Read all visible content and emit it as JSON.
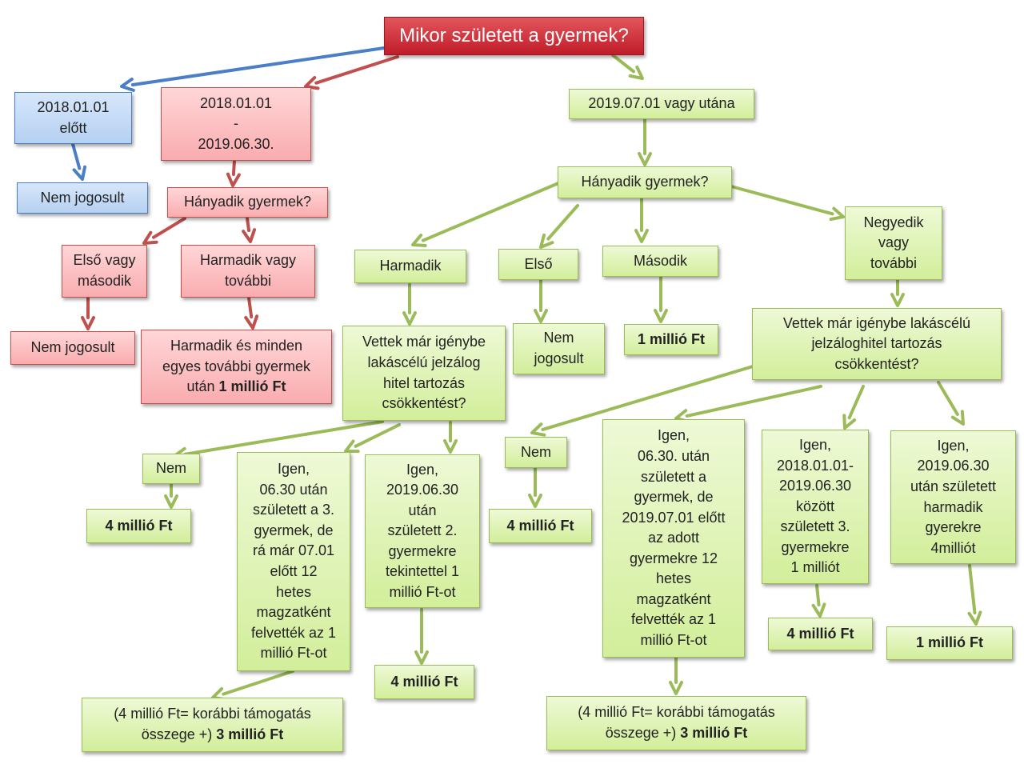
{
  "nodes": {
    "root": "Mikor született a gyermek?",
    "before_2018": "2018.01.01\nelőtt",
    "range_2018_2019": "2018.01.01\n-\n2019.06.30.",
    "after_2019": "2019.07.01 vagy utána",
    "nem_jogosult_blue": "Nem jogosult",
    "hanyadik_red": "Hányadik gyermek?",
    "elso_vagy_masodik": "Első vagy\nmásodik",
    "harmadik_vagy_tovabbi": "Harmadik vagy\ntovábbi",
    "nem_jogosult_red": "Nem jogosult",
    "harmadik_minden_pre": "Harmadik és minden\negyes további gyermek\nután ",
    "harmadik_minden_bold": "1 millió Ft",
    "hanyadik_green": "Hányadik gyermek?",
    "harmadik": "Harmadik",
    "elso": "Első",
    "masodik": "Második",
    "negyedik": "Negyedik\nvagy\ntovábbi",
    "vettek_left": "Vettek már igénybe\nlakáscélú jelzálog\nhitel tartozás\ncsökkentést?",
    "nem_jogosult_green": "Nem\njogosult",
    "egy_millio_masodik": "1 millió Ft",
    "vettek_right": "Vettek már igénybe lakáscélú\njelzáloghitel tartozás\ncsökkentést?",
    "nem_left": "Nem",
    "igen_a": "Igen,\n06.30 után\nszületett a 3.\ngyermek, de\nrá már 07.01\nelőtt 12\nhetes\nmagzatként\nfelvették az 1\nmillió Ft-ot",
    "igen_b": "Igen,\n2019.06.30\nután\nszületett 2.\ngyermekre\ntekintettel 1\nmillió Ft-ot",
    "nem_right": "Nem",
    "igen_c": "Igen,\n06.30. után\nszületett a\ngyermek, de\n2019.07.01 előtt\naz adott\ngyermekre 12\nhetes\nmagzatként\nfelvették az 1\nmillió Ft-ot",
    "igen_d": "Igen,\n2018.01.01-\n2019.06.30\nközött\nszületett 3.\ngyermekre\n1 milliót",
    "igen_e": "Igen,\n2019.06.30\nután született\nharmadik\ngyerekre\n4milliót",
    "negy_millio_1": "4 millió Ft",
    "negy_millio_2": "4 millió Ft",
    "negy_millio_3": "4 millió Ft",
    "negy_millio_4": "4 millió Ft",
    "egy_millio_last": "1 millió Ft",
    "harom_millio_left_pre": "(4 millió Ft= korábbi támogatás\nösszege +) ",
    "harom_millio_left_bold": "3 millió Ft",
    "harom_millio_right_pre": "(4 millió Ft= korábbi támogatás\nösszege +) ",
    "harom_millio_right_bold": "3 millió Ft"
  },
  "colors": {
    "root": "#c92430",
    "blue_branch": "#4a7ec6",
    "red_branch": "#c0504d",
    "green_branch": "#9bbb59"
  }
}
